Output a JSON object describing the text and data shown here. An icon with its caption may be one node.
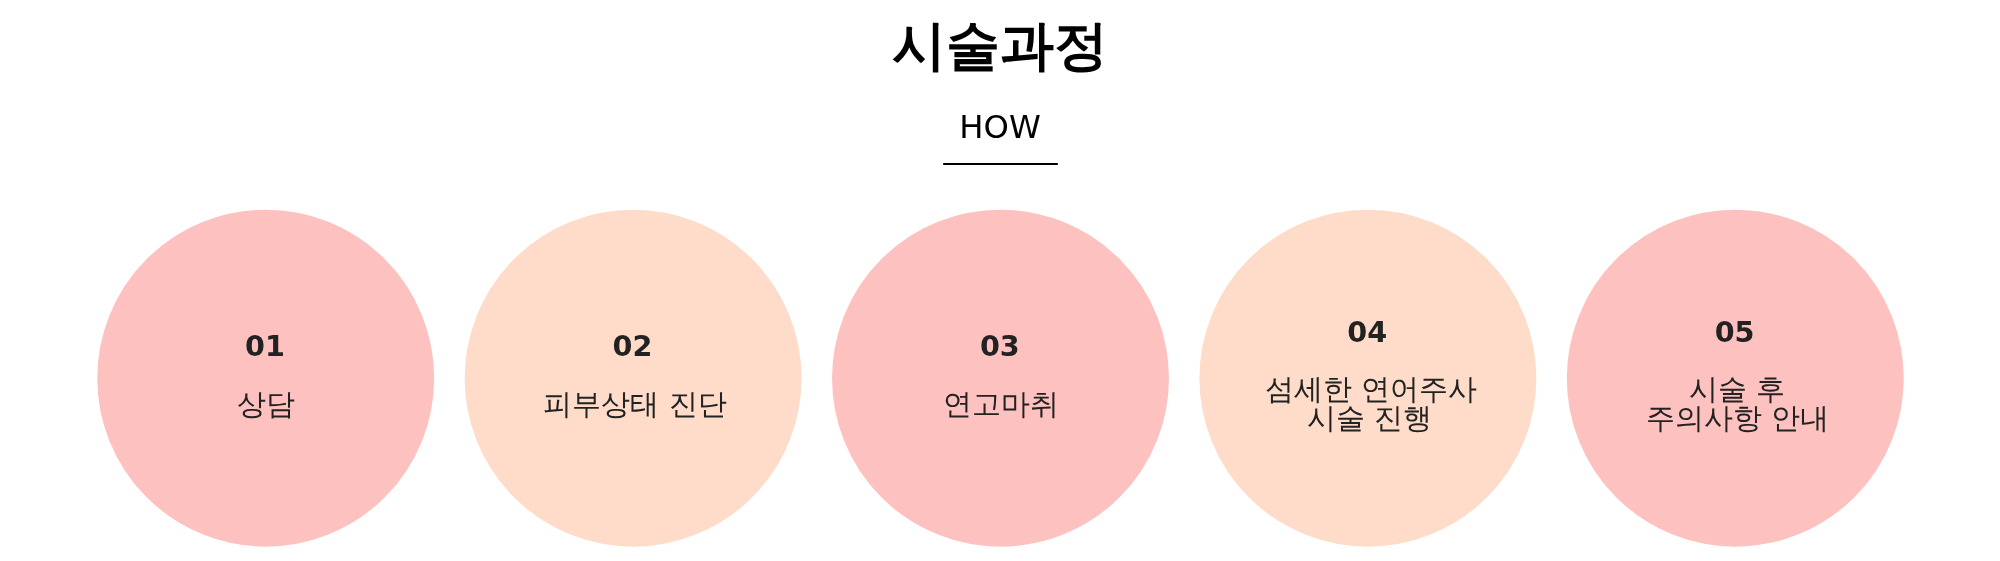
{
  "diagram": {
    "title": "시술과정",
    "nodes": [
      {
        "text": [
          "01",
          "상담"
        ]
      },
      {
        "text": [
          "02",
          "피부상태 진단"
        ]
      },
      {
        "text": [
          "03",
          "연고마취"
        ]
      },
      {
        "text": [
          "04",
          "섬세한 연어주사 시술 진행"
        ]
      },
      {
        "text": [
          "05",
          "시술 후 주의사항 안내"
        ]
      }
    ],
    "edges": [],
    "labels": [
      "HOW"
    ]
  }
}
